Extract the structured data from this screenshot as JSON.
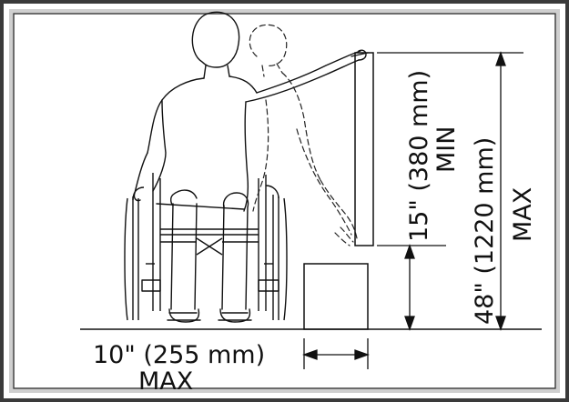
{
  "colors": {
    "frame_dark": "#3a3a3a",
    "frame_light": "#cfcfcf",
    "line": "#111111",
    "dashed": "#222222",
    "background": "#ffffff"
  },
  "labels": {
    "clearance_value": "10\" (255 mm)",
    "clearance_qualifier": "MAX",
    "low_height_value": "15\" (380 mm)",
    "low_height_qualifier": "MIN",
    "high_height_value": "48\" (1220 mm)",
    "high_height_qualifier": "MAX"
  },
  "icons": {
    "seated_person": "wheelchair-user-figure",
    "reaching_person": "reaching-arm-figure",
    "wall_control": "wall-panel",
    "obstruction": "base-cabinet-box"
  }
}
